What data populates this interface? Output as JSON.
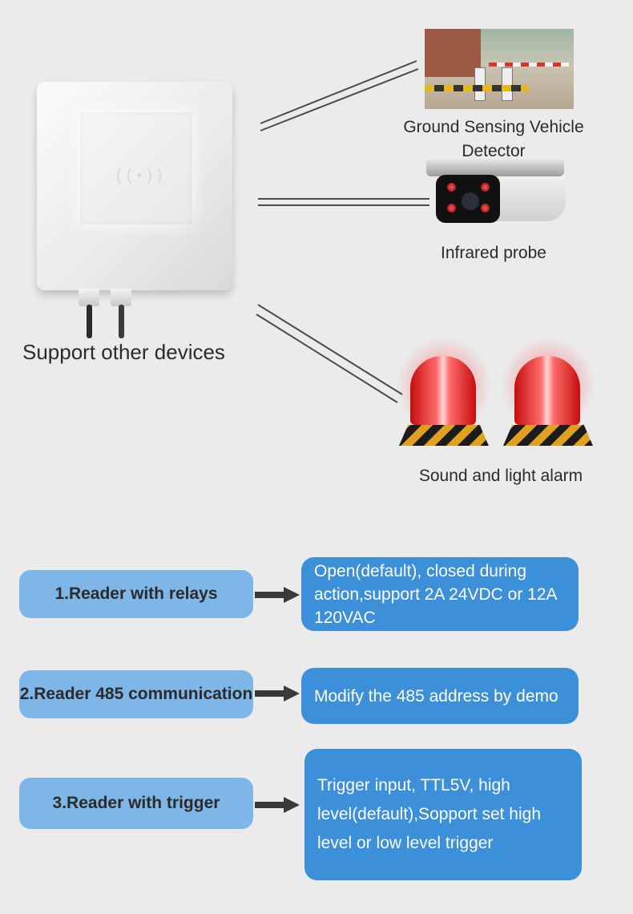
{
  "devices": {
    "support_label": "Support other devices",
    "vehicle_detector_label": "Ground Sensing Vehicle Detector",
    "infrared_probe_label": "Infrared probe",
    "alarm_label": "Sound and light alarm"
  },
  "features": [
    {
      "title": "1.Reader with relays",
      "description": "Open(default), closed during action,support 2A 24VDC or 12A 120VAC"
    },
    {
      "title": "2.Reader 485 communication",
      "description": "Modify the 485 address by demo"
    },
    {
      "title": "3.Reader with trigger",
      "description": "Trigger input, TTL5V, high level(default),Sopport set high level or low level trigger"
    }
  ],
  "colors": {
    "background": "#ebebeb",
    "title_pill": "#7fb6e8",
    "description_box": "#3c8fd9",
    "alarm_red": "#e21b1b"
  },
  "icons": [
    "rfid-reader",
    "parking-barrier",
    "infrared-camera",
    "alarm-light",
    "right-arrow-icon"
  ]
}
